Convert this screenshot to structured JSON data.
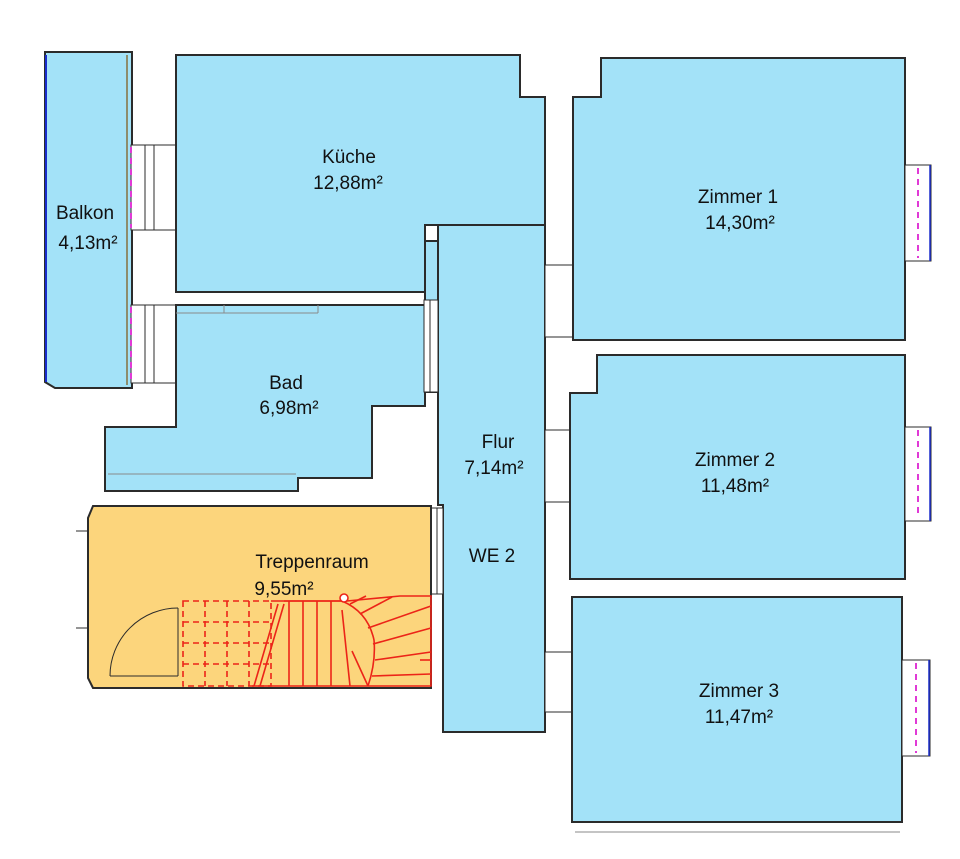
{
  "rooms": {
    "balkon": {
      "name": "Balkon",
      "area": "4,13m²"
    },
    "kueche": {
      "name": "Küche",
      "area": "12,88m²"
    },
    "bad": {
      "name": "Bad",
      "area": "6,98m²"
    },
    "flur": {
      "name": "Flur",
      "area": "7,14m²",
      "unit": "WE 2"
    },
    "zimmer1": {
      "name": "Zimmer 1",
      "area": "14,30m²"
    },
    "zimmer2": {
      "name": "Zimmer 2",
      "area": "11,48m²"
    },
    "zimmer3": {
      "name": "Zimmer 3",
      "area": "11,47m²"
    },
    "treppenraum": {
      "name": "Treppenraum",
      "area": "9,55m²"
    }
  },
  "colors": {
    "room_fill": "#a3e2f8",
    "stairwell_fill": "#fcd57c",
    "wall": "#2b2b2b",
    "stairs": "#ec2418",
    "window_pane": "#e03ad6",
    "balcony_edge": "#1a2ccc"
  }
}
